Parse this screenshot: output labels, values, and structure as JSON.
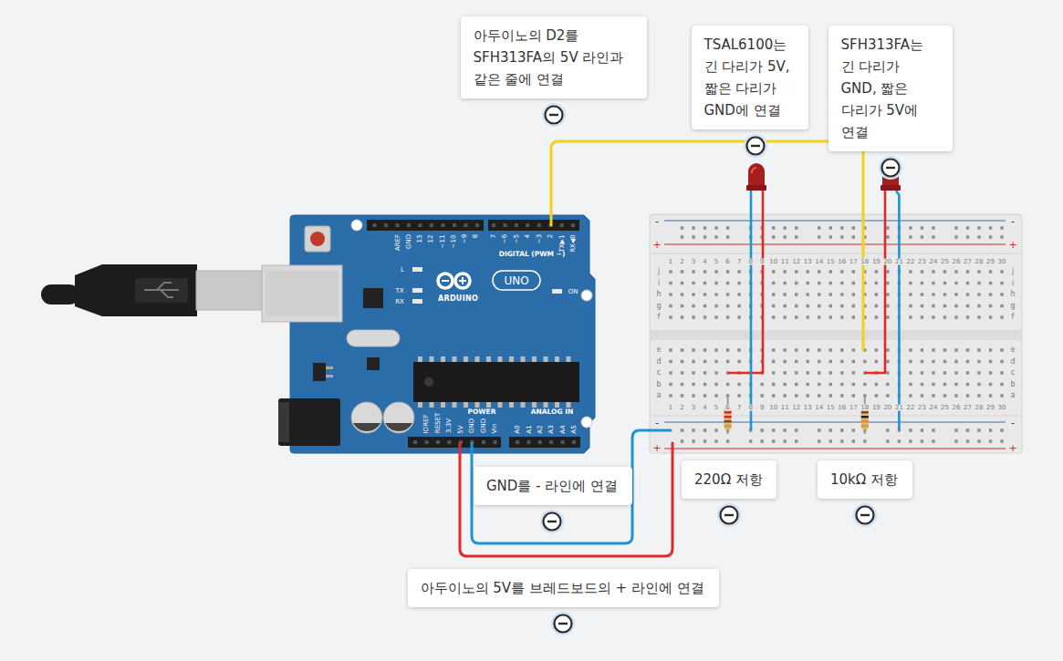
{
  "diagram": {
    "nodes": [
      {
        "text": [
          "아두이노의 D2를 SFH313FA의 5V 라인과 같은 줄에 연결"
        ]
      },
      {
        "text": [
          "TSAL6100는 긴 다리가 5V, 짧은 다리가 GND에 연결"
        ]
      },
      {
        "text": [
          "SFH313FA는 긴 다리가 GND, 짧은 다리가 5V에 연결"
        ]
      },
      {
        "text": [
          "GND를 - 라인에 연결"
        ]
      },
      {
        "text": [
          "220Ω 저항"
        ]
      },
      {
        "text": [
          "10kΩ 저항"
        ]
      },
      {
        "text": [
          "아두이노의 5V를 브레드보드의 + 라인에 연결"
        ]
      }
    ],
    "labels": [
      "AREF",
      "GND",
      "13",
      "12",
      "~11",
      "~10",
      "~9",
      "8",
      "7",
      "~6",
      "~5",
      "4",
      "~3",
      "2",
      "TX▶1",
      "RX◀0",
      "DIGITAL (PWM ~)",
      "L",
      "TX",
      "RX",
      "ON",
      "ARDUINO",
      "UNO",
      "IOREF",
      "RESET",
      "3.3V",
      "5V",
      "GND",
      "GND",
      "Vin",
      "POWER",
      "ANALOG IN",
      "A0",
      "A1",
      "A2",
      "A3",
      "A4",
      "A5",
      "-",
      "+",
      "-",
      "+",
      "1",
      "2",
      "3",
      "4",
      "5",
      "6",
      "7",
      "8",
      "9",
      "10",
      "11",
      "12",
      "13",
      "14",
      "15",
      "16",
      "17",
      "18",
      "19",
      "20",
      "21",
      "22",
      "23",
      "24",
      "25",
      "26",
      "27",
      "28",
      "29",
      "30",
      "j",
      "i",
      "h",
      "g",
      "f",
      "j",
      "i",
      "h",
      "g",
      "f",
      "e",
      "d",
      "c",
      "b",
      "a",
      "e",
      "d",
      "c",
      "b",
      "a",
      "1",
      "2",
      "3",
      "4",
      "5",
      "6",
      "7",
      "8",
      "9",
      "10",
      "11",
      "12",
      "13",
      "14",
      "15",
      "16",
      "17",
      "18",
      "19",
      "20",
      "21",
      "22",
      "23",
      "24",
      "25",
      "26",
      "27",
      "28",
      "29",
      "30",
      "-",
      "+",
      "-",
      "+"
    ]
  }
}
